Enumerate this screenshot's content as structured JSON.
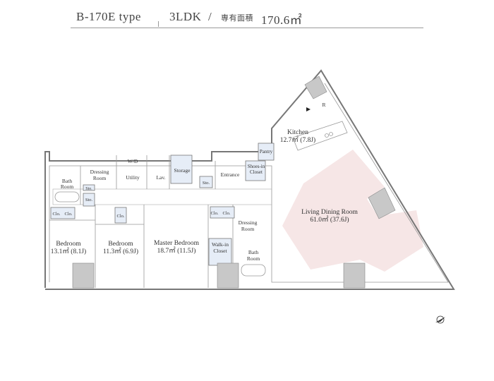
{
  "header": {
    "type_name": "B-170E type",
    "layout": "3LDK",
    "separator": "/",
    "area_label": "専有面積",
    "area_value": "170.6㎡"
  },
  "rooms": {
    "bath_room_1": {
      "line1": "Bath",
      "line2": "Room"
    },
    "dressing_room_1": {
      "line1": "Dressing",
      "line2": "Room"
    },
    "wd": "W/D",
    "utility": "Utility",
    "lav": "Lav.",
    "storage": "Storage",
    "sto_1": "Sto.",
    "sto_2": "Sto.",
    "sto_3": "Sto.",
    "entrance": "Entrance",
    "shoes_in_closet": {
      "line1": "Shoes-in",
      "line2": "Closet"
    },
    "pantry": "Pantry",
    "kitchen": {
      "name": "Kitchen",
      "area": "12.7㎡ (7.8J)"
    },
    "clo_1": "Clo.",
    "clo_2": "Clo.",
    "clo_3": "Clo.",
    "clo_4": "Clo.",
    "clo_5": "Clo.",
    "dressing_room_2": {
      "line1": "Dressing",
      "line2": "Room"
    },
    "walk_in_closet": {
      "line1": "Walk-in",
      "line2": "Closet"
    },
    "bath_room_2": {
      "line1": "Bath",
      "line2": "Room"
    },
    "bedroom_1": {
      "name": "Bedroom",
      "area": "13.1㎡ (8.1J)"
    },
    "bedroom_2": {
      "name": "Bedroom",
      "area": "11.3㎡ (6.9J)"
    },
    "master_bedroom": {
      "name": "Master Bedroom",
      "area": "18.7㎡ (11.5J)"
    },
    "living_dining": {
      "name": "Living Dining Room",
      "area": "61.0㎡ (37.6J)"
    },
    "refrigerator_mark": "R"
  },
  "colors": {
    "ldk_fill": "#f6e6e6",
    "storage_fill": "#e6edf7",
    "wall": "#d6d6d6"
  }
}
